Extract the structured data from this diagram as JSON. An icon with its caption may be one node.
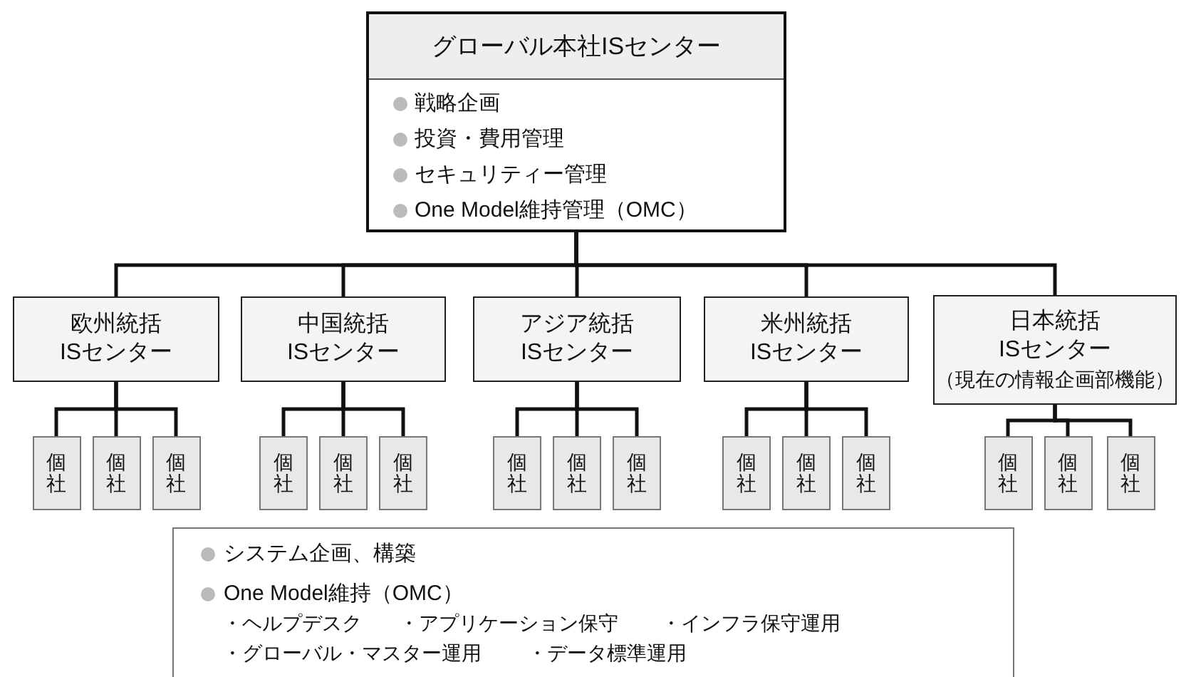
{
  "diagram": {
    "nodes": [
      {
        "text": [
          "グローバル本社ISセンター",
          "戦略企画",
          "投資・費用管理",
          "セキュリティー管理",
          "One Model維持管理（OMC）"
        ]
      },
      {
        "text": [
          "欧州統括 ISセンター"
        ]
      },
      {
        "text": [
          "中国統括 ISセンター"
        ]
      },
      {
        "text": [
          "アジア統括 ISセンター"
        ]
      },
      {
        "text": [
          "米州統括 ISセンター"
        ]
      },
      {
        "text": [
          "日本統括 ISセンター",
          "（現在の情報企画部機能）"
        ]
      },
      {
        "text": [
          "個社"
        ]
      },
      {
        "text": [
          "個社"
        ]
      },
      {
        "text": [
          "個社"
        ]
      },
      {
        "text": [
          "個社"
        ]
      },
      {
        "text": [
          "個社"
        ]
      },
      {
        "text": [
          "個社"
        ]
      },
      {
        "text": [
          "個社"
        ]
      },
      {
        "text": [
          "個社"
        ]
      },
      {
        "text": [
          "個社"
        ]
      },
      {
        "text": [
          "個社"
        ]
      },
      {
        "text": [
          "個社"
        ]
      },
      {
        "text": [
          "個社"
        ]
      },
      {
        "text": [
          "個社"
        ]
      },
      {
        "text": [
          "個社"
        ]
      },
      {
        "text": [
          "個社"
        ]
      },
      {
        "text": [
          "システム企画、構築",
          "One Model維持（OMC）",
          "・ヘルプデスク",
          "・アプリケーション保守",
          "・インフラ保守運用",
          "・グローバル・マスター運用",
          "・データ標準運用"
        ]
      }
    ],
    "edges": [
      {
        "from": 0,
        "to": 1,
        "arrow": "none"
      },
      {
        "from": 0,
        "to": 2,
        "arrow": "none"
      },
      {
        "from": 0,
        "to": 3,
        "arrow": "none"
      },
      {
        "from": 0,
        "to": 4,
        "arrow": "none"
      },
      {
        "from": 0,
        "to": 5,
        "arrow": "none"
      },
      {
        "from": 1,
        "to": 6,
        "arrow": "none"
      },
      {
        "from": 1,
        "to": 7,
        "arrow": "none"
      },
      {
        "from": 1,
        "to": 8,
        "arrow": "none"
      },
      {
        "from": 2,
        "to": 9,
        "arrow": "none"
      },
      {
        "from": 2,
        "to": 10,
        "arrow": "none"
      },
      {
        "from": 2,
        "to": 11,
        "arrow": "none"
      },
      {
        "from": 3,
        "to": 12,
        "arrow": "none"
      },
      {
        "from": 3,
        "to": 13,
        "arrow": "none"
      },
      {
        "from": 3,
        "to": 14,
        "arrow": "none"
      },
      {
        "from": 4,
        "to": 15,
        "arrow": "none"
      },
      {
        "from": 4,
        "to": 16,
        "arrow": "none"
      },
      {
        "from": 4,
        "to": 17,
        "arrow": "none"
      },
      {
        "from": 5,
        "to": 18,
        "arrow": "none"
      },
      {
        "from": 5,
        "to": 19,
        "arrow": "none"
      },
      {
        "from": 5,
        "to": 20,
        "arrow": "none"
      }
    ]
  }
}
